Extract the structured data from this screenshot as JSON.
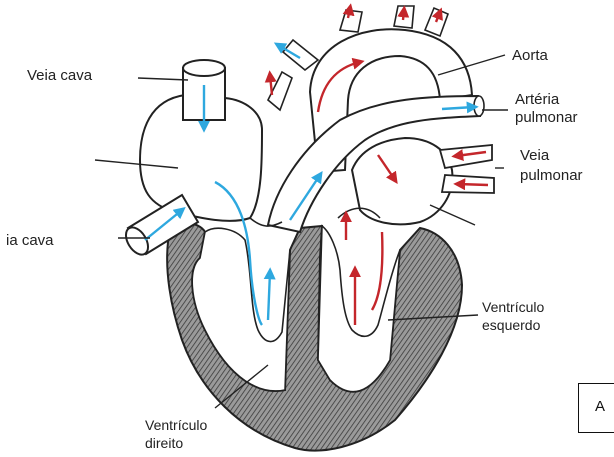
{
  "labels": {
    "veia_cava_superior": "Veia cava",
    "veia_cava_inferior": "ia cava",
    "aorta": "Aorta",
    "arteria_pulmonar_1": "Artéria",
    "arteria_pulmonar_2": "pulmonar",
    "veia_pulmonar_1": "Veia",
    "veia_pulmonar_2": "pulmonar",
    "ventriculo_esquerdo_1": "Ventrículo",
    "ventriculo_esquerdo_2": "esquerdo",
    "ventriculo_direito_1": "Ventrículo",
    "ventriculo_direito_2": "direito"
  },
  "legend_text": "A",
  "colors": {
    "deoxygenated": "#2ea8df",
    "oxygenated": "#c4262b",
    "outline": "#222222",
    "muscle": "#8a8a8a"
  }
}
